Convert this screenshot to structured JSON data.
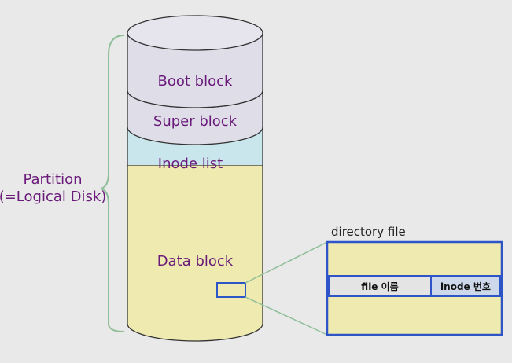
{
  "diagram": {
    "partition_label": {
      "line1": "Partition",
      "line2": "(=Logical Disk)"
    },
    "layers": {
      "boot": "Boot block",
      "super": "Super block",
      "inode": "Inode list",
      "data": "Data block"
    },
    "directory": {
      "title": "directory file",
      "cell_name": "file 이름",
      "cell_inode": "inode 번호"
    },
    "colors": {
      "background": "#e9e9e9",
      "boot_super": "#dedde8",
      "inode": "#c9e6ec",
      "data": "#eeeab0",
      "outline": "#333333",
      "brace": "#8fbf9a",
      "zoom_box": "#2d55c8",
      "label_text": "#6a1b7a"
    }
  }
}
